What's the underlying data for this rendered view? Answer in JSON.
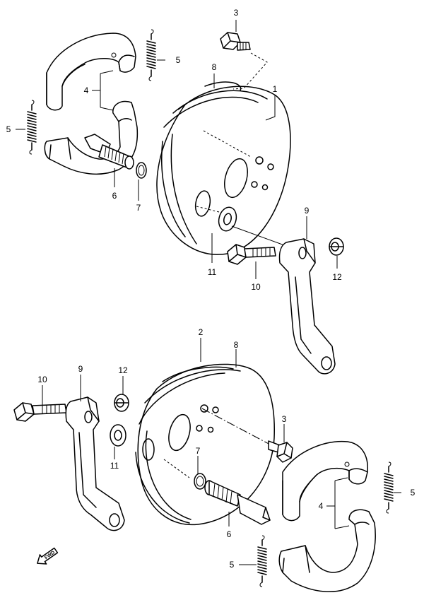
{
  "diagram": {
    "callouts": {
      "c1": "1",
      "c2": "2",
      "c3_top": "3",
      "c3_bottom": "3",
      "c4_top": "4",
      "c4_bottom": "4",
      "c5_top_left": "5",
      "c5_top_right": "5",
      "c5_bottom_right": "5",
      "c5_bottom_left": "5",
      "c6_top": "6",
      "c6_bottom": "6",
      "c7_top": "7",
      "c7_bottom": "7",
      "c8_top": "8",
      "c8_bottom": "8",
      "c9_top": "9",
      "c9_bottom": "9",
      "c10_top": "10",
      "c10_bottom": "10",
      "c11_top": "11",
      "c11_bottom": "11",
      "c12_top": "12",
      "c12_bottom": "12"
    },
    "direction_marker": {
      "label": "FWD",
      "icon": "arrow-icon"
    }
  }
}
